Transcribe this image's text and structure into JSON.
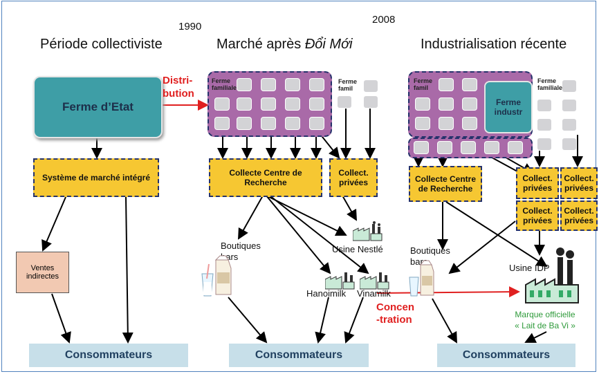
{
  "years": {
    "y1990": "1990",
    "y2008": "2008"
  },
  "titles": {
    "collectivist": "Période collectiviste",
    "market_prefix": "Marché après ",
    "market_italic": "Đổi Mới",
    "industrial": "Industrialisation récente"
  },
  "col1": {
    "state_farm": "Ferme d’Etat",
    "market_system": "Système de marché intégré",
    "indirect_sales": "Ventes indirectes",
    "consumers": "Consommateurs"
  },
  "col2": {
    "distribution": "Distri-\nbution",
    "family_farm": "Ferme familiale",
    "family_farm_short": "Ferme famil",
    "research_collect": "Collecte Centre de Recherche",
    "private_collect": "Collect. privées",
    "shops": "Boutiques\nbars",
    "nestle": "Usine Nestlé",
    "hanoimilk": "Hanoimilk",
    "vinamilk": "Vinamilk",
    "concentration": "Concen\n-tration",
    "consumers": "Consommateurs"
  },
  "col3": {
    "family_farm_a": "Ferme famil",
    "family_farm_b": "Ferme familiale",
    "industrial_farm": "Ferme industr",
    "research_collect": "Collecte Centre de Recherche",
    "private_collect": "Collect. privées",
    "shops": "Boutiques\nbars",
    "idp": "Usine IDP",
    "brand": "Marque officielle\n« Lait de Ba Vi »",
    "consumers": "Consommateurs"
  },
  "colors": {
    "yellow": "#f6c732",
    "teal": "#3e9ea6",
    "purple": "#a96aa8",
    "consumer": "#c7dfe9",
    "red": "#e02020"
  },
  "icons": [
    "factory-icon",
    "milk-carton-glass-icon"
  ]
}
